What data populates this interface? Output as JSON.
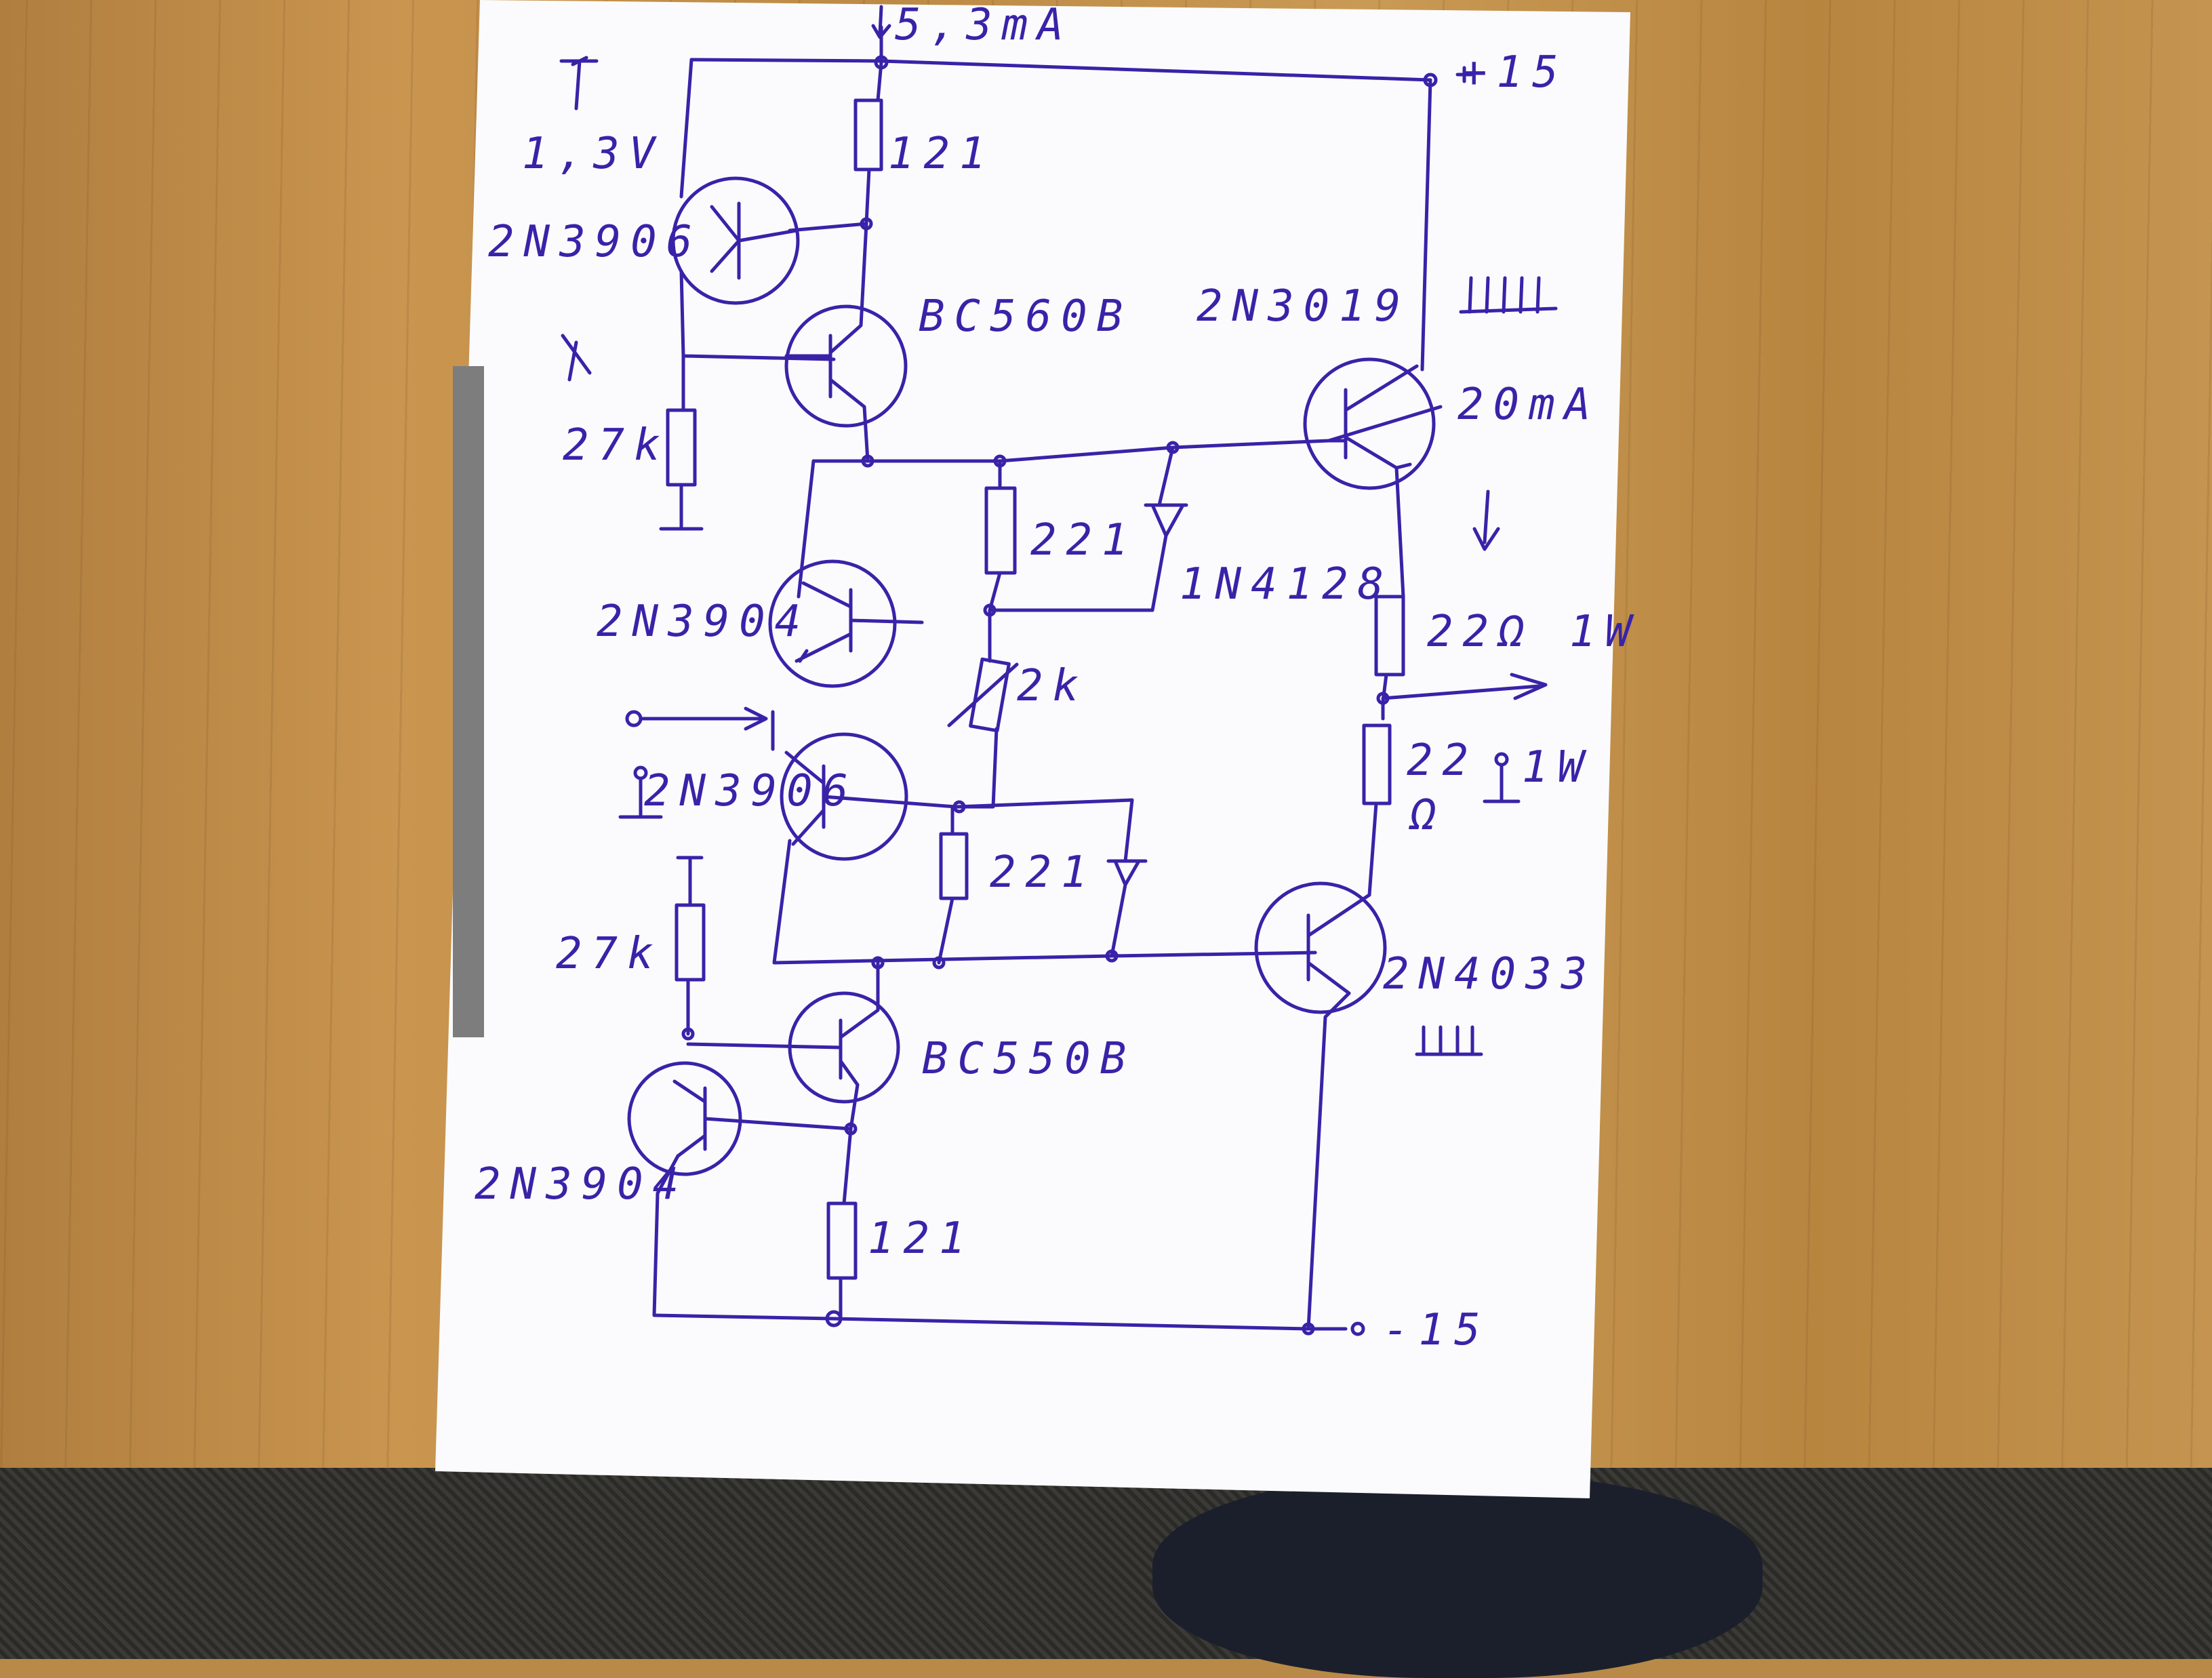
{
  "title": "",
  "labels": {
    "supply_current": "5,3mA",
    "pos_rail": "+15",
    "neg_rail": "-15",
    "vbias": "1,3V",
    "q1": "2N3906",
    "r_top": "121",
    "q2": "BC560B",
    "r_27k_top": "27k",
    "q_out_top": "2N3019",
    "heatsink_top": "IIIII",
    "out_current": "20mA",
    "r221_top": "221",
    "zener": "1N4128",
    "q3": "2N3904",
    "pot": "2k",
    "r22_top": "22Ω 1W",
    "q4": "2N3906",
    "r22_bot": "22",
    "r22_bot_unit": "Ω",
    "r22_bot_w": "1W",
    "r221_bot": "221",
    "r_27k_bot": "27k",
    "q_out_bot": "2N4033",
    "heatsink_bot": "IIII",
    "q5": "BC550B",
    "q6": "2N3904",
    "r_bot": "121"
  },
  "colors": {
    "ink": "#3a22a8",
    "paper": "#fbfbfd"
  }
}
